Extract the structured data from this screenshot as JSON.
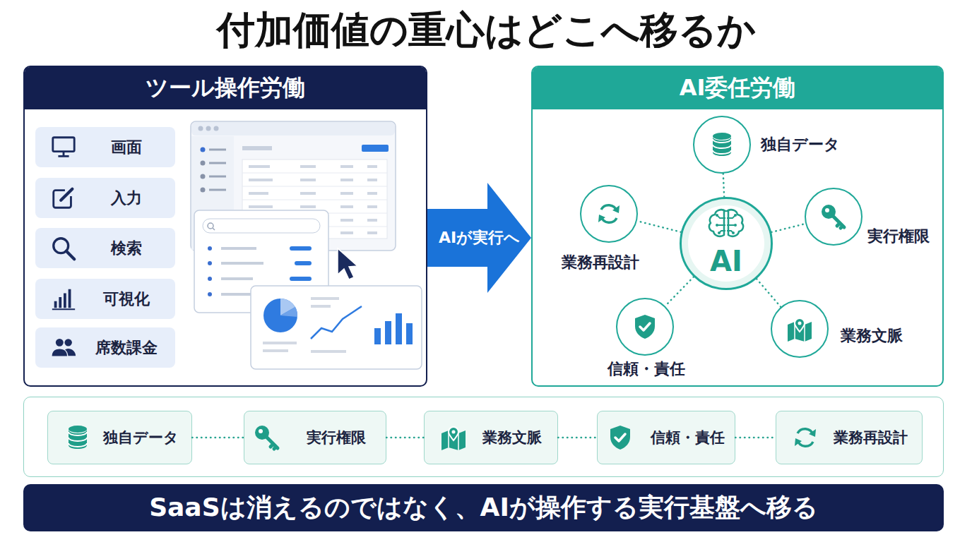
{
  "diagram": {
    "title": "付加価値の重心はどこへ移るか",
    "nodes": [
      {
        "text": [
          "ツール操作労働"
        ]
      },
      {
        "text": [
          "画面"
        ],
        "in": 0
      },
      {
        "text": [
          "入力"
        ],
        "in": 0
      },
      {
        "text": [
          "検索"
        ],
        "in": 0
      },
      {
        "text": [
          "可視化"
        ],
        "in": 0
      },
      {
        "text": [
          "席数課金"
        ],
        "in": 0
      },
      {
        "text": [
          "AI委任労働"
        ]
      },
      {
        "text": [
          "独自データ"
        ],
        "in": 6
      },
      {
        "text": [
          "業務再設計"
        ],
        "in": 6
      },
      {
        "text": [
          "AI"
        ],
        "in": 6
      },
      {
        "text": [
          "実行権限"
        ],
        "in": 6
      },
      {
        "text": [
          "信頼・責任"
        ],
        "in": 6
      },
      {
        "text": [
          "業務文脈"
        ],
        "in": 6
      },
      {
        "text": [
          "独自データ"
        ]
      },
      {
        "text": [
          "実行権限"
        ]
      },
      {
        "text": [
          "業務文脈"
        ]
      },
      {
        "text": [
          "信頼・責任"
        ]
      },
      {
        "text": [
          "業務再設計"
        ]
      },
      {
        "text": [
          "SaaSは消えるのではなく、AIが操作する実行基盤へ移る"
        ]
      }
    ],
    "edges": [
      {
        "from": 0,
        "to": 6,
        "label": "AIが実行へ",
        "arrow": "to"
      },
      {
        "from": 9,
        "to": 7,
        "arrow": "none"
      },
      {
        "from": 9,
        "to": 8,
        "arrow": "none"
      },
      {
        "from": 9,
        "to": 10,
        "arrow": "none"
      },
      {
        "from": 9,
        "to": 11,
        "arrow": "none"
      },
      {
        "from": 9,
        "to": 12,
        "arrow": "none"
      },
      {
        "from": 13,
        "to": 14,
        "arrow": "none"
      },
      {
        "from": 14,
        "to": 15,
        "arrow": "none"
      },
      {
        "from": 15,
        "to": 16,
        "arrow": "none"
      },
      {
        "from": 16,
        "to": 17,
        "arrow": "none"
      }
    ]
  }
}
